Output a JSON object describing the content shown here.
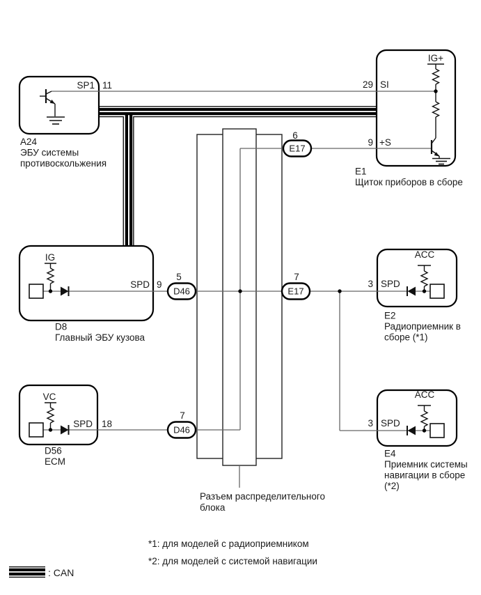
{
  "legend": {
    "can_label": ": CAN"
  },
  "footnotes": {
    "note1": "*1: для моделей с радиоприемником",
    "note2": "*2: для моделей с системой навигации"
  },
  "junction_block": {
    "label_line1": "Разъем распределительного",
    "label_line2": "блока"
  },
  "components": {
    "a24": {
      "id": "A24",
      "name_line1": "ЭБУ системы",
      "name_line2": "противоскольжения",
      "splice_label": "SP1",
      "pin_number": "11"
    },
    "e1": {
      "id": "E1",
      "name": "Щиток приборов в сборе",
      "supply_label": "IG+",
      "pin_si_number": "29",
      "pin_si_label": "SI",
      "pin_s_number": "9",
      "pin_s_label": "+S"
    },
    "d8": {
      "id": "D8",
      "name": "Главный ЭБУ кузова",
      "supply_label": "IG",
      "pin_label": "SPD",
      "pin_number": "9"
    },
    "d56": {
      "id": "D56",
      "name": "ECM",
      "supply_label": "VC",
      "pin_label": "SPD",
      "pin_number": "18"
    },
    "e2": {
      "id": "E2",
      "name_line1": "Радиоприемник в",
      "name_line2": "сборе (*1)",
      "supply_label": "ACC",
      "pin_number": "3",
      "pin_label": "SPD"
    },
    "e4": {
      "id": "E4",
      "name_line1": "Приемник системы",
      "name_line2": "навигации в сборе",
      "name_line3": "(*2)",
      "supply_label": "ACC",
      "pin_number": "3",
      "pin_label": "SPD"
    }
  },
  "connectors": {
    "e17_6": {
      "number": "6",
      "label": "E17"
    },
    "e17_7": {
      "number": "7",
      "label": "E17"
    },
    "d46_5": {
      "number": "5",
      "label": "D46"
    },
    "d46_7": {
      "number": "7",
      "label": "D46"
    }
  },
  "colors": {
    "line": "#000000",
    "wire": "#666666",
    "background": "#ffffff"
  }
}
